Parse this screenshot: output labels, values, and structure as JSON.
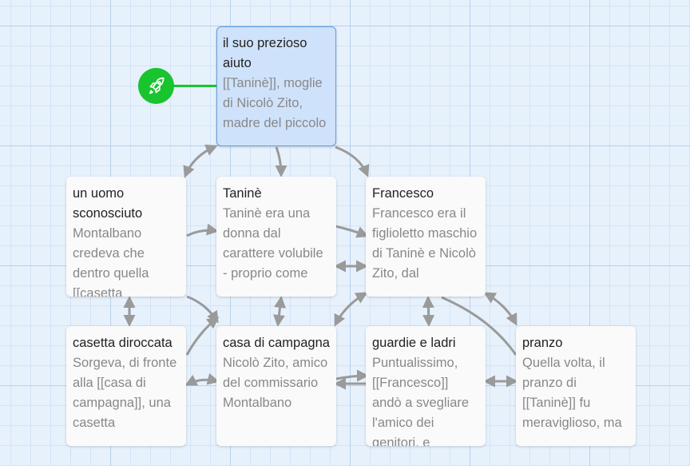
{
  "passages": [
    {
      "id": "start",
      "title": "il suo prezioso aiuto",
      "excerpt": "[[Taninè]], moglie di Nicolò Zito, madre del piccolo"
    },
    {
      "id": "uomo",
      "title": "un uomo sconosciuto",
      "excerpt": "Montalbano credeva che dentro quella [[casetta"
    },
    {
      "id": "tanine",
      "title": "Taninè",
      "excerpt": "Taninè era una donna dal carattere volubile - proprio come"
    },
    {
      "id": "francesco",
      "title": "Francesco",
      "excerpt": "Francesco era il figlioletto maschio di Taninè e Nicolò Zito, dal"
    },
    {
      "id": "casetta",
      "title": "casetta diroccata",
      "excerpt": "Sorgeva, di fronte alla [[casa di campagna]], una casetta"
    },
    {
      "id": "casa",
      "title": "casa di campagna",
      "excerpt": "Nicolò Zito, amico del commissario Montalbano"
    },
    {
      "id": "guardie",
      "title": "guardie e ladri",
      "excerpt": "Puntualissimo, [[Francesco]] andò a svegliare l'amico dei genitori, e"
    },
    {
      "id": "pranzo",
      "title": "pranzo",
      "excerpt": "Quella volta, il pranzo di [[Taninè]] fu meraviglioso, ma"
    }
  ],
  "start_marker": {
    "icon": "rocket-icon",
    "color": "#19c42f"
  },
  "colors": {
    "grid_major": "#b6d1ee",
    "grid_minor": "#d3e4f6",
    "arrow": "#9a9a9a",
    "selected_fill": "#cfe2fb",
    "selected_border": "#5ea0de"
  }
}
